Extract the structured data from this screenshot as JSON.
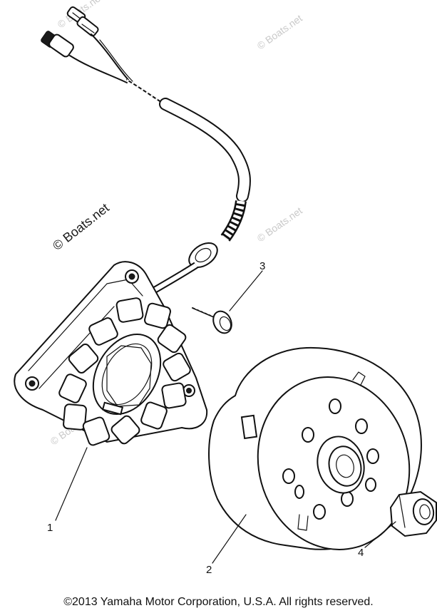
{
  "diagram": {
    "callouts": [
      {
        "id": "1",
        "label": "1"
      },
      {
        "id": "2",
        "label": "2"
      },
      {
        "id": "3",
        "label": "3"
      },
      {
        "id": "4",
        "label": "4"
      }
    ],
    "watermarks": {
      "main": "© Boats.net",
      "faint": "© Boats.net"
    },
    "copyright": "©2013 Yamaha Motor Corporation, U.S.A. All rights reserved."
  }
}
